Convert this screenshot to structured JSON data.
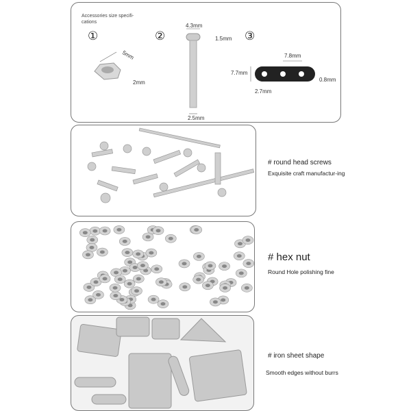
{
  "specs": {
    "heading": "Accessories size specifi-cations",
    "items": [
      {
        "number": "①",
        "dims": [
          "5mm",
          "2mm"
        ]
      },
      {
        "number": "②",
        "dims": [
          "4.3mm",
          "1.5mm",
          "2.5mm"
        ]
      },
      {
        "number": "③",
        "dims": [
          "7.8mm",
          "7.7mm",
          "0.8mm",
          "2.7mm"
        ]
      }
    ]
  },
  "sections": [
    {
      "title": "# round head screws",
      "subtitle": "Exquisite craft manufactur-ing"
    },
    {
      "title": "# hex nut",
      "subtitle": "Round Hole polishing fine"
    },
    {
      "title": "# iron sheet shape",
      "subtitle": "Smooth edges without burrs"
    }
  ]
}
